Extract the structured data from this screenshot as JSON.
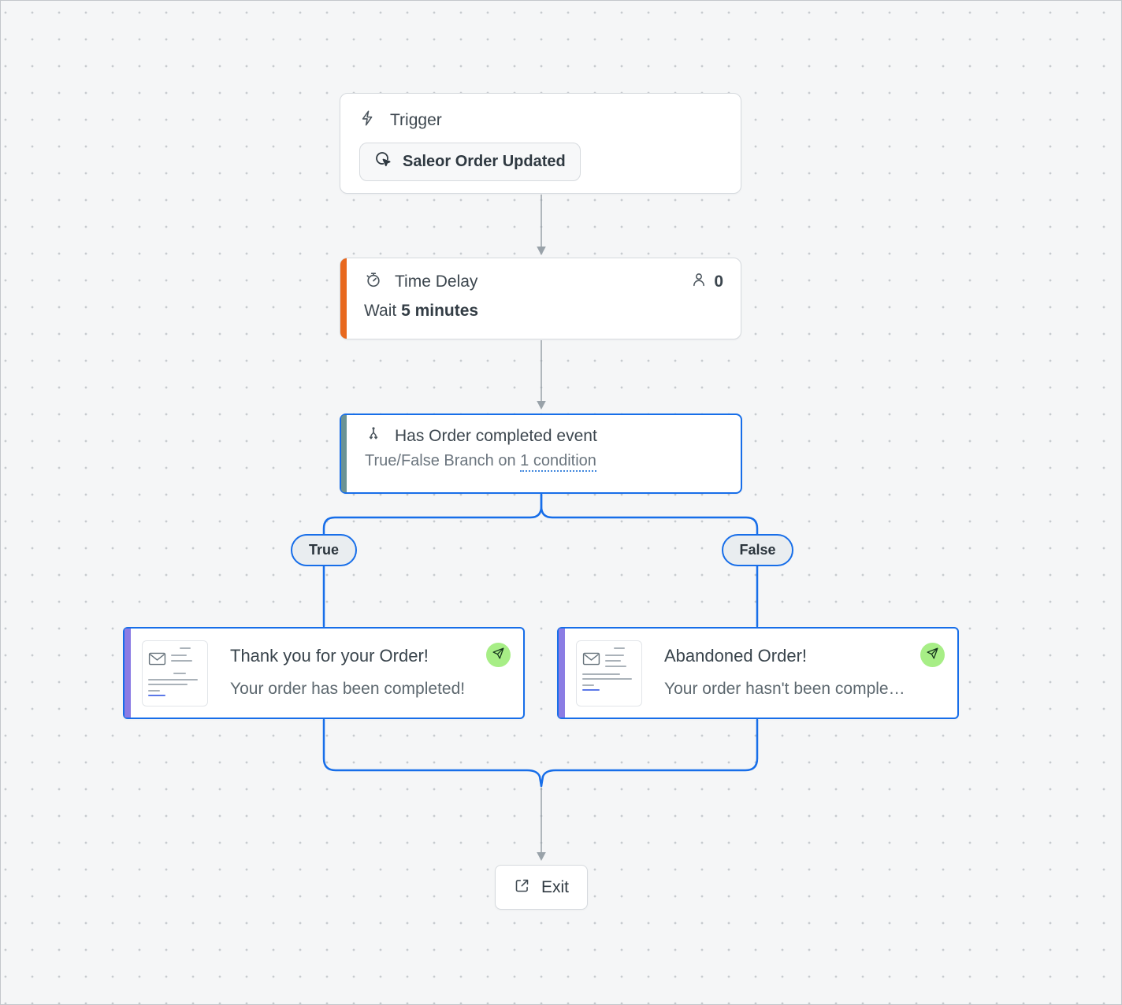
{
  "workflow": {
    "trigger": {
      "title": "Trigger",
      "event_label": "Saleor Order Updated"
    },
    "time_delay": {
      "title": "Time Delay",
      "wait_prefix": "Wait ",
      "wait_value": "5 minutes",
      "contact_count": "0"
    },
    "condition": {
      "title": "Has Order completed event",
      "subtitle_prefix": "True/False Branch on ",
      "condition_link": "1 condition"
    },
    "branches": {
      "true_label": "True",
      "false_label": "False"
    },
    "email_true": {
      "title": "Thank you for your Order!",
      "subtitle": "Your order has been completed!"
    },
    "email_false": {
      "title": "Abandoned Order!",
      "subtitle": "Your order hasn't been comple…"
    },
    "exit": {
      "label": "Exit"
    }
  },
  "icons": {
    "trigger": "lightning-bolt-icon",
    "trigger_event": "cursor-click-icon",
    "time_delay": "stopwatch-icon",
    "contacts": "person-icon",
    "condition": "branch-split-icon",
    "sent_badge": "paper-plane-icon",
    "email_preview": "envelope-icon",
    "exit": "external-link-icon"
  },
  "colors": {
    "canvas_background": "#f5f6f7",
    "grid_dot": "#c7cbcf",
    "accent_blue": "#176ee9",
    "accent_orange": "#e8681e",
    "accent_teal": "#6b9394",
    "accent_purple": "#8b7ce4",
    "send_badge_green": "#a7ee86",
    "connector_gray": "#99a2a9"
  }
}
